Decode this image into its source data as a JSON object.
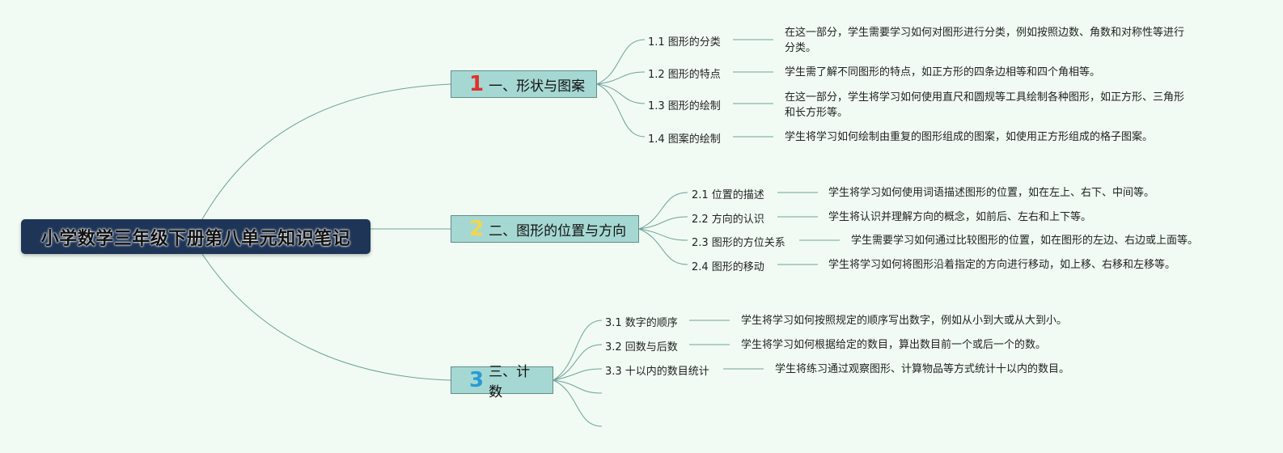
{
  "title": "小学数学三年级下册第八单元知识笔记",
  "branches": [
    {
      "num": "1",
      "label": "一、形状与图案",
      "children": [
        {
          "label": "1.1 图形的分类",
          "desc": "在这一部分，学生需要学习如何对图形进行分类，例如按照边数、角数和对称性等进行分类。"
        },
        {
          "label": "1.2 图形的特点",
          "desc": "学生需了解不同图形的特点，如正方形的四条边相等和四个角相等。"
        },
        {
          "label": "1.3 图形的绘制",
          "desc": "在这一部分，学生将学习如何使用直尺和圆规等工具绘制各种图形，如正方形、三角形和长方形等。"
        },
        {
          "label": "1.4 图案的绘制",
          "desc": "学生将学习如何绘制由重复的图形组成的图案，如使用正方形组成的格子图案。"
        }
      ]
    },
    {
      "num": "2",
      "label": "二、图形的位置与方向",
      "children": [
        {
          "label": "2.1 位置的描述",
          "desc": "学生将学习如何使用词语描述图形的位置，如在左上、右下、中间等。"
        },
        {
          "label": "2.2 方向的认识",
          "desc": "学生将认识并理解方向的概念，如前后、左右和上下等。"
        },
        {
          "label": "2.3 图形的方位关系",
          "desc": "学生需要学习如何通过比较图形的位置，如在图形的左边、右边或上面等。"
        },
        {
          "label": "2.4 图形的移动",
          "desc": "学生将学习如何将图形沿着指定的方向进行移动，如上移、右移和左移等。"
        }
      ]
    },
    {
      "num": "3",
      "label": "三、计数",
      "children": [
        {
          "label": "3.1 数字的顺序",
          "desc": "学生将学习如何按照规定的顺序写出数字，例如从小到大或从大到小。"
        },
        {
          "label": "3.2 回数与后数",
          "desc": "学生将学习如何根据给定的数目，算出数目前一个或后一个的数。"
        },
        {
          "label": "3.3 十以内的数目统计",
          "desc": "学生将练习通过观察图形、计算物品等方式统计十以内的数目。"
        },
        {
          "label": "",
          "desc": ""
        },
        {
          "label": "",
          "desc": ""
        }
      ]
    }
  ]
}
